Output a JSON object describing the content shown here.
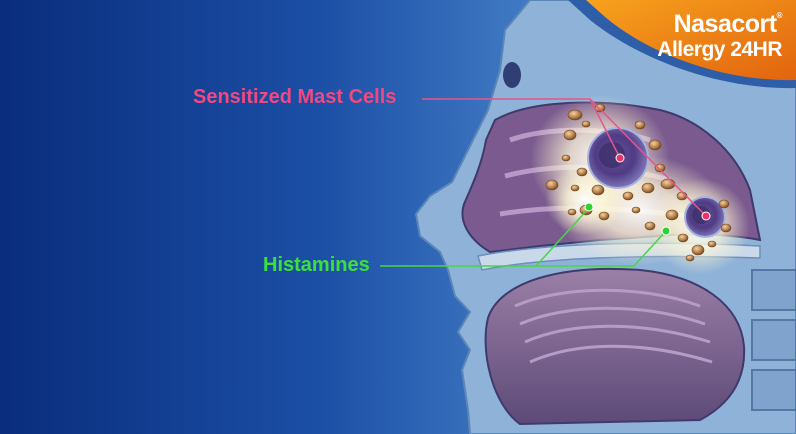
{
  "labels": {
    "mast_cells": "Sensitized Mast Cells",
    "histamines": "Histamines"
  },
  "brand": {
    "name": "Nasacort",
    "trademark": "®",
    "subtitle": "Allergy 24HR"
  },
  "colors": {
    "mast_cells_label": "#f04880",
    "histamines_label": "#3be03b",
    "mast_cell_line": "#e55588",
    "histamine_line": "#46d646",
    "background_dark": "#0a2d7c",
    "background_light": "#5b91cf",
    "tissue": "#8fb3d8",
    "nasal_cavity": "#7a5a8f",
    "brand_orange": "#f28a17"
  }
}
